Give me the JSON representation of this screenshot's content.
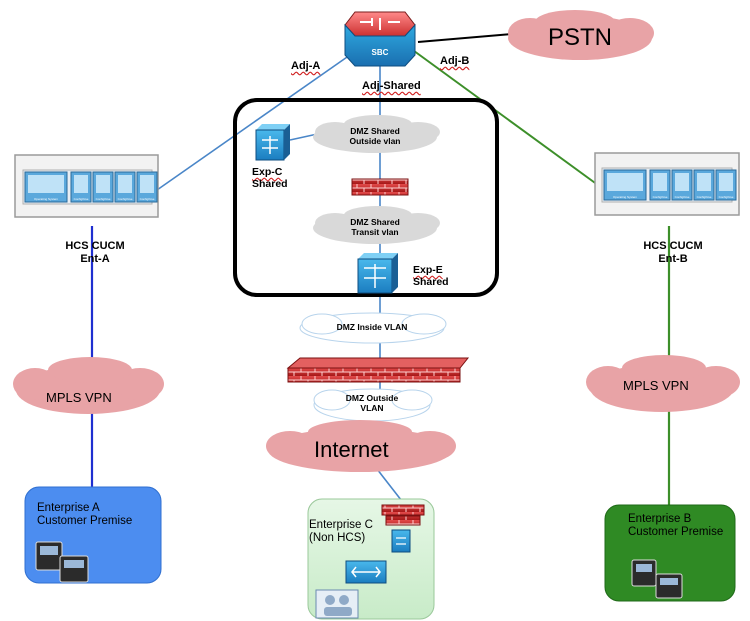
{
  "devices": {
    "sbc": {
      "label": "SBC"
    }
  },
  "links": {
    "adj_a": "Adj-A",
    "adj_b": "Adj-B",
    "adj_shared": "Adj-Shared"
  },
  "clouds": {
    "pstn": "PSTN",
    "dmz_shared_outside": [
      "DMZ  Shared",
      "Outside vlan"
    ],
    "dmz_shared_transit": [
      "DMZ  Shared",
      "Transit vlan"
    ],
    "dmz_inside": "DMZ Inside VLAN",
    "dmz_outside": [
      "DMZ Outside",
      "VLAN"
    ],
    "internet": "Internet",
    "mpls_left": "MPLS VPN",
    "mpls_right": "MPLS VPN"
  },
  "expressways": {
    "exp_c": [
      "Exp-C",
      "Shared"
    ],
    "exp_e": [
      "Exp-E",
      "Shared"
    ]
  },
  "clusters": {
    "ent_a": [
      "HCS CUCM",
      "Ent-A"
    ],
    "ent_b": [
      "HCS CUCM",
      "Ent-B"
    ],
    "module_texts": [
      "Operating System",
      "Config/Use",
      "Config/Use",
      "Config/Use",
      "Config/Use"
    ]
  },
  "sites": {
    "enterprise_a": [
      "Enterprise A",
      "Customer Premise"
    ],
    "enterprise_b": [
      "Enterprise B",
      "Customer Premise"
    ],
    "enterprise_c": [
      "Enterprise C",
      "(Non HCS)"
    ]
  },
  "colors": {
    "link_blue": "#4a86c8",
    "link_dark_blue": "#1f2fd0",
    "link_green": "#3d8f2a",
    "cloud_pink": "#e8a3a6",
    "cloud_grey": "#d9d9d9",
    "firewall_red": "#c8242b",
    "ent_a_fill": "#4c8df0",
    "ent_b_fill": "#2f8a24",
    "ent_c_fill": "#d8f1d8"
  }
}
